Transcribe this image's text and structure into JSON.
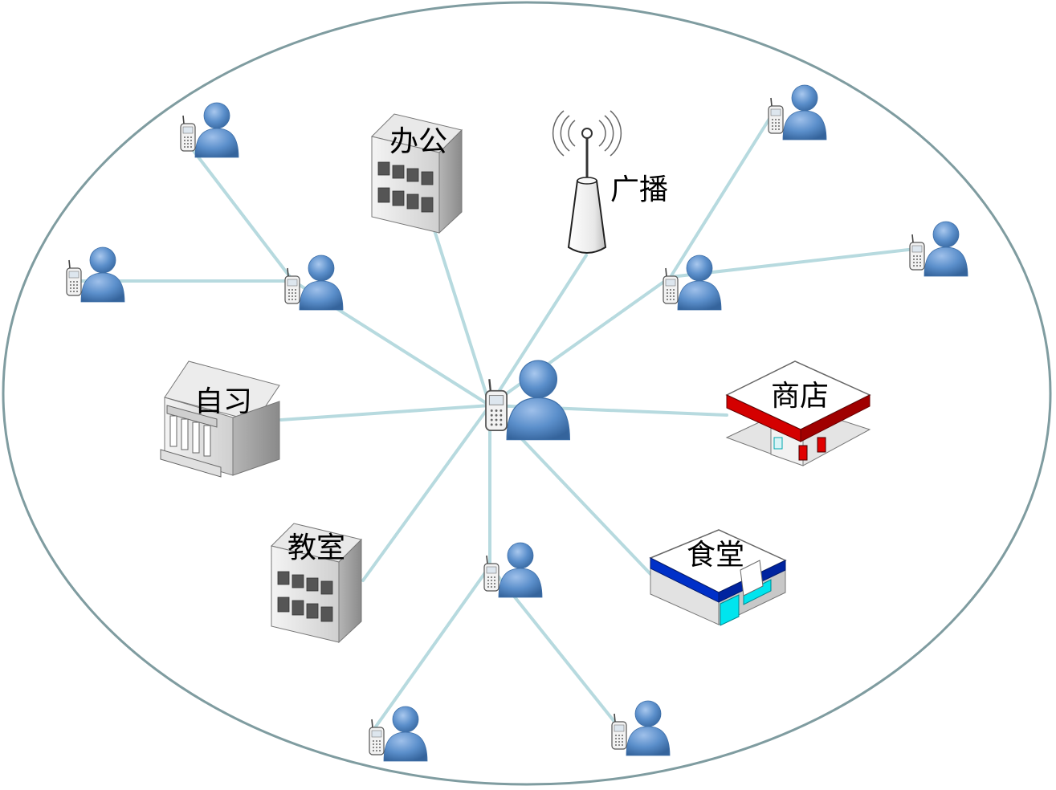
{
  "labels": {
    "office": "办公",
    "broadcast": "广播",
    "study": "自习",
    "shop": "商店",
    "classroom": "教室",
    "canteen": "食堂"
  },
  "colors": {
    "ellipse_stroke": "#7f9ca0",
    "link": "#b7dadf",
    "user_fill": "#5b8fcb",
    "user_dark": "#3e6fa8",
    "shop_roof_band": "#d40000",
    "canteen_roof_band": "#0030c8",
    "canteen_accent": "#00e5ee"
  },
  "icons": {
    "user": "user-with-phone-icon",
    "office": "office-building-icon",
    "classroom": "classroom-building-icon",
    "study": "library-building-icon",
    "shop": "shop-building-icon",
    "canteen": "canteen-building-icon",
    "broadcast": "antenna-tower-icon"
  }
}
